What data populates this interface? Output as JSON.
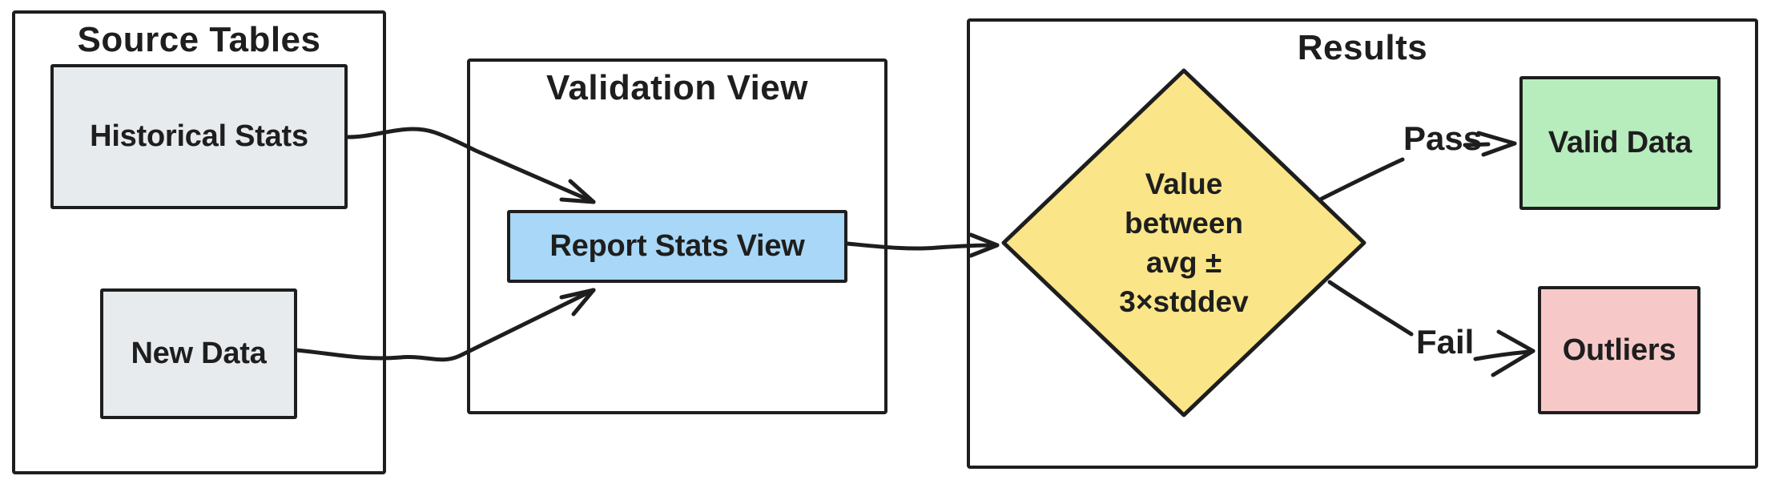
{
  "diagram": {
    "type": "flowchart",
    "background": "#ffffff",
    "stroke_color": "#1e1e1e",
    "groups": [
      {
        "id": "source-tables",
        "title": "Source Tables"
      },
      {
        "id": "validation-view",
        "title": "Validation View"
      },
      {
        "id": "results",
        "title": "Results"
      }
    ],
    "nodes": [
      {
        "id": "historical-stats",
        "label": "Historical Stats",
        "fill": "#e8ebee",
        "shape": "rectangle"
      },
      {
        "id": "new-data",
        "label": "New Data",
        "fill": "#e8ebee",
        "shape": "rectangle"
      },
      {
        "id": "report-stats-view",
        "label": "Report Stats View",
        "fill": "#a8d7f7",
        "shape": "rectangle"
      },
      {
        "id": "decision",
        "label": "Value between avg ± 3×stddev",
        "lines": [
          "Value",
          "between",
          "avg ±",
          "3×stddev"
        ],
        "fill": "#fae588",
        "shape": "diamond"
      },
      {
        "id": "valid-data",
        "label": "Valid Data",
        "fill": "#b7ecbd",
        "shape": "rectangle"
      },
      {
        "id": "outliers",
        "label": "Outliers",
        "fill": "#f7c8c8",
        "shape": "rectangle"
      }
    ],
    "edges": [
      {
        "from": "historical-stats",
        "to": "report-stats-view",
        "label": ""
      },
      {
        "from": "new-data",
        "to": "report-stats-view",
        "label": ""
      },
      {
        "from": "report-stats-view",
        "to": "decision",
        "label": ""
      },
      {
        "from": "decision",
        "to": "valid-data",
        "label": "Pass"
      },
      {
        "from": "decision",
        "to": "outliers",
        "label": "Fail"
      }
    ],
    "edge_labels": {
      "pass": "Pass",
      "fail": "Fail"
    }
  }
}
